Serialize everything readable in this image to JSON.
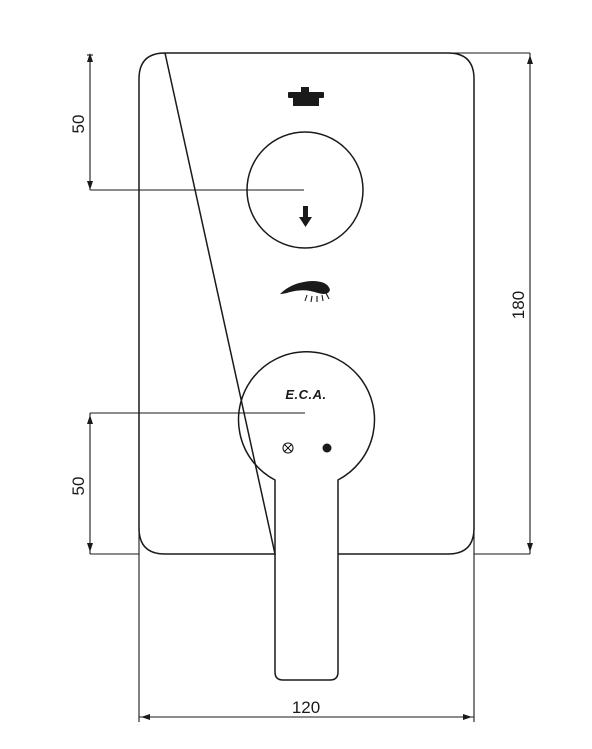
{
  "dimensions": {
    "top_offset": "50",
    "bottom_offset": "50",
    "height": "180",
    "width": "120"
  },
  "brand": {
    "logo_text": "E.C.A."
  },
  "icons": {
    "overhead_shower": "overhead-shower-icon",
    "arrow": "arrow-down-icon",
    "hand_shower": "hand-shower-icon"
  }
}
